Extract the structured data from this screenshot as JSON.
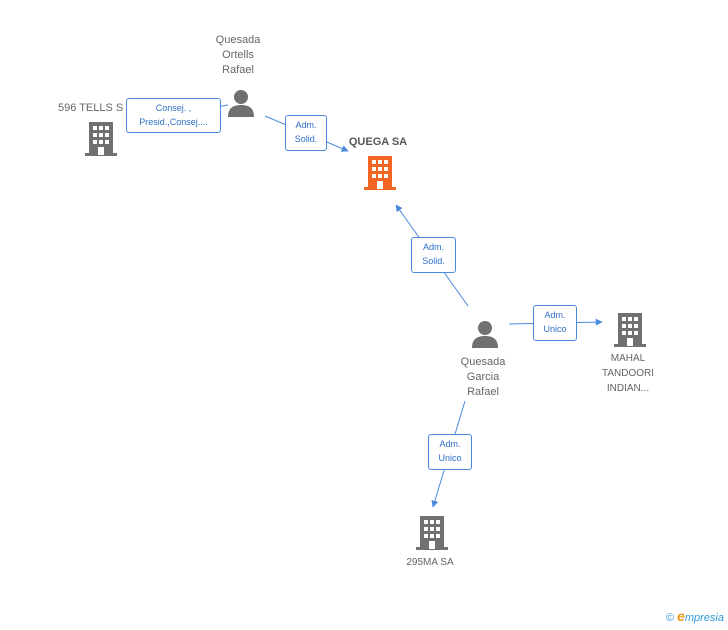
{
  "nodes": {
    "quesada_ortells": {
      "lines": [
        "Quesada",
        "Ortells",
        "Rafael"
      ],
      "icon": "person-icon"
    },
    "tells": {
      "lines": [
        "596 TELLS S"
      ],
      "icon": "building-icon"
    },
    "quega": {
      "lines": [
        "QUEGA SA"
      ],
      "icon": "building-icon",
      "color": "#f26522"
    },
    "quesada_garcia": {
      "lines": [
        "Quesada",
        "Garcia",
        "Rafael"
      ],
      "icon": "person-icon"
    },
    "mahal": {
      "lines": [
        "MAHAL",
        "TANDOORI",
        "INDIAN..."
      ],
      "icon": "building-icon"
    },
    "ma295": {
      "lines": [
        "295MA SA"
      ],
      "icon": "building-icon"
    }
  },
  "edges": {
    "consej": {
      "lines": [
        "Consej. ,",
        "Presid.,Consej...."
      ]
    },
    "adm_solid_top": {
      "lines": [
        "Adm.",
        "Solid."
      ]
    },
    "adm_solid_mid": {
      "lines": [
        "Adm.",
        "Solid."
      ]
    },
    "adm_unico_right": {
      "lines": [
        "Adm.",
        "Unico"
      ]
    },
    "adm_unico_bottom": {
      "lines": [
        "Adm.",
        "Unico"
      ]
    }
  },
  "colors": {
    "node": "#707070",
    "focus": "#f26522",
    "edge": "#4a89dc"
  },
  "watermark": {
    "copyright": "©",
    "brand_initial": "e",
    "brand_rest": "mpresia"
  }
}
